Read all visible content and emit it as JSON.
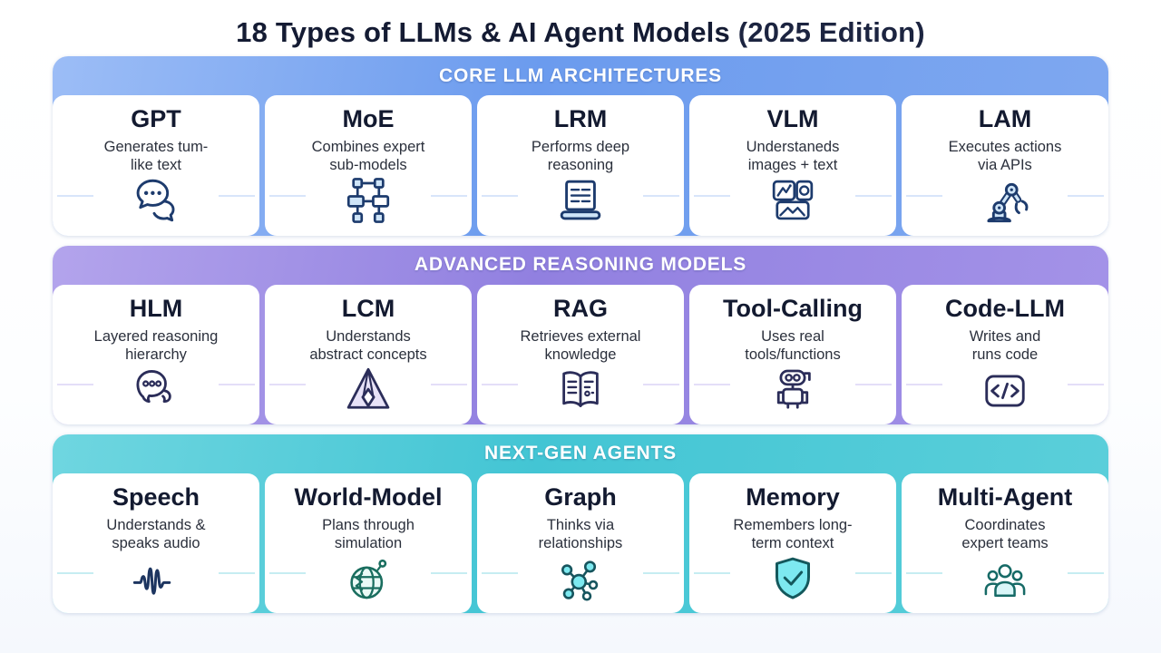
{
  "title": {
    "main": "18 Types of LLMs & AI Agent Models",
    "suffix": "(2025 Edition)"
  },
  "colors": {
    "title_text": "#141b33",
    "card_bg": "#ffffff",
    "desc_text": "#2b303c",
    "section_blue": "#6b9bee",
    "section_purple": "#9180e0",
    "section_teal": "#43c5d4",
    "icon_navy_stroke": "#1d3b6d",
    "icon_blue_fill": "#cfe5f8",
    "icon_indigo_stroke": "#2b2d59",
    "icon_lavender_fill": "#e7e2f7",
    "icon_teal_stroke": "#166a66",
    "icon_teal_fill": "#7de9f0"
  },
  "sections": [
    {
      "header": "CORE LLM ARCHITECTURES",
      "cards": [
        {
          "title": "GPT",
          "desc": "Generates tum-\nlike text",
          "icon": "chat-bubbles"
        },
        {
          "title": "MoE",
          "desc": "Combines expert\nsub-models",
          "icon": "node-network"
        },
        {
          "title": "LRM",
          "desc": "Performs deep\nreasoning",
          "icon": "laptop"
        },
        {
          "title": "VLM",
          "desc": "Understaneds\nimages + text",
          "icon": "image-collage"
        },
        {
          "title": "LAM",
          "desc": "Executes actions\nvia APIs",
          "icon": "robot-arm"
        }
      ]
    },
    {
      "header": "ADVANCED REASONING MODELS",
      "cards": [
        {
          "title": "HLM",
          "desc": "Layered reasoning\nhierarchy",
          "icon": "head-dots"
        },
        {
          "title": "LCM",
          "desc": "Understands\nabstract concepts",
          "icon": "pyramid"
        },
        {
          "title": "RAG",
          "desc": "Retrieves external\nknowledge",
          "icon": "open-book"
        },
        {
          "title": "Tool-Calling",
          "desc": "Uses real\ntools/functions",
          "icon": "robot"
        },
        {
          "title": "Code-LLM",
          "desc": "Writes and\nruns code",
          "icon": "code-brackets"
        }
      ]
    },
    {
      "header": "NEXT-GEN AGENTS",
      "cards": [
        {
          "title": "Speech",
          "desc": "Understands &\nspeaks audio",
          "icon": "waveform"
        },
        {
          "title": "World-Model",
          "desc": "Plans through\nsimulation",
          "icon": "globe"
        },
        {
          "title": "Graph",
          "desc": "Thinks via\nrelationships",
          "icon": "graph-network"
        },
        {
          "title": "Memory",
          "desc": "Remembers long-\nterm context",
          "icon": "shield-check"
        },
        {
          "title": "Multi-Agent",
          "desc": "Coordinates\nexpert teams",
          "icon": "team"
        }
      ]
    }
  ]
}
